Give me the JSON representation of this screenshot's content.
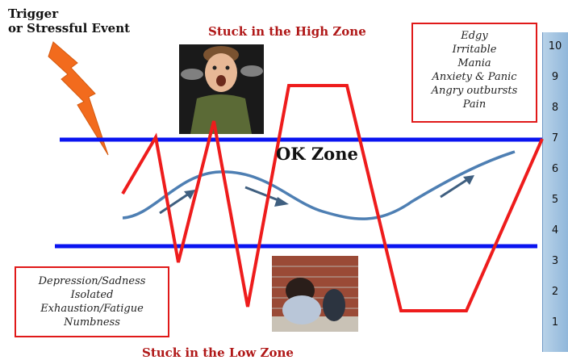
{
  "trigger": {
    "line1": "Trigger",
    "line2": "or Stressful Event"
  },
  "high_zone": {
    "title": "Stuck in the High Zone",
    "symptoms": [
      "Edgy",
      "Irritable",
      "Mania",
      "Anxiety & Panic",
      "Angry outbursts",
      "Pain"
    ]
  },
  "ok_zone": {
    "label": "OK Zone"
  },
  "low_zone": {
    "title": "Stuck in the Low Zone",
    "symptoms": [
      "Depression/Sadness",
      "Isolated",
      "Exhaustion/Fatigue",
      "Numbness"
    ]
  },
  "scale": {
    "ticks": [
      "10",
      "9",
      "8",
      "7",
      "6",
      "5",
      "4",
      "3",
      "2",
      "1"
    ]
  },
  "colors": {
    "zone_lines": "#0a14f0",
    "stuck_line": "#ee1c1c",
    "regulated_wave": "#4e7fb3",
    "lightning": "#f26b1d",
    "title_red": "#b01818"
  },
  "icons": {
    "lightning": "lightning-bolt-icon",
    "angry_child": "angry-boy-photo",
    "sad_child": "sad-girl-photo",
    "arrows": "trend-arrow-icon"
  }
}
